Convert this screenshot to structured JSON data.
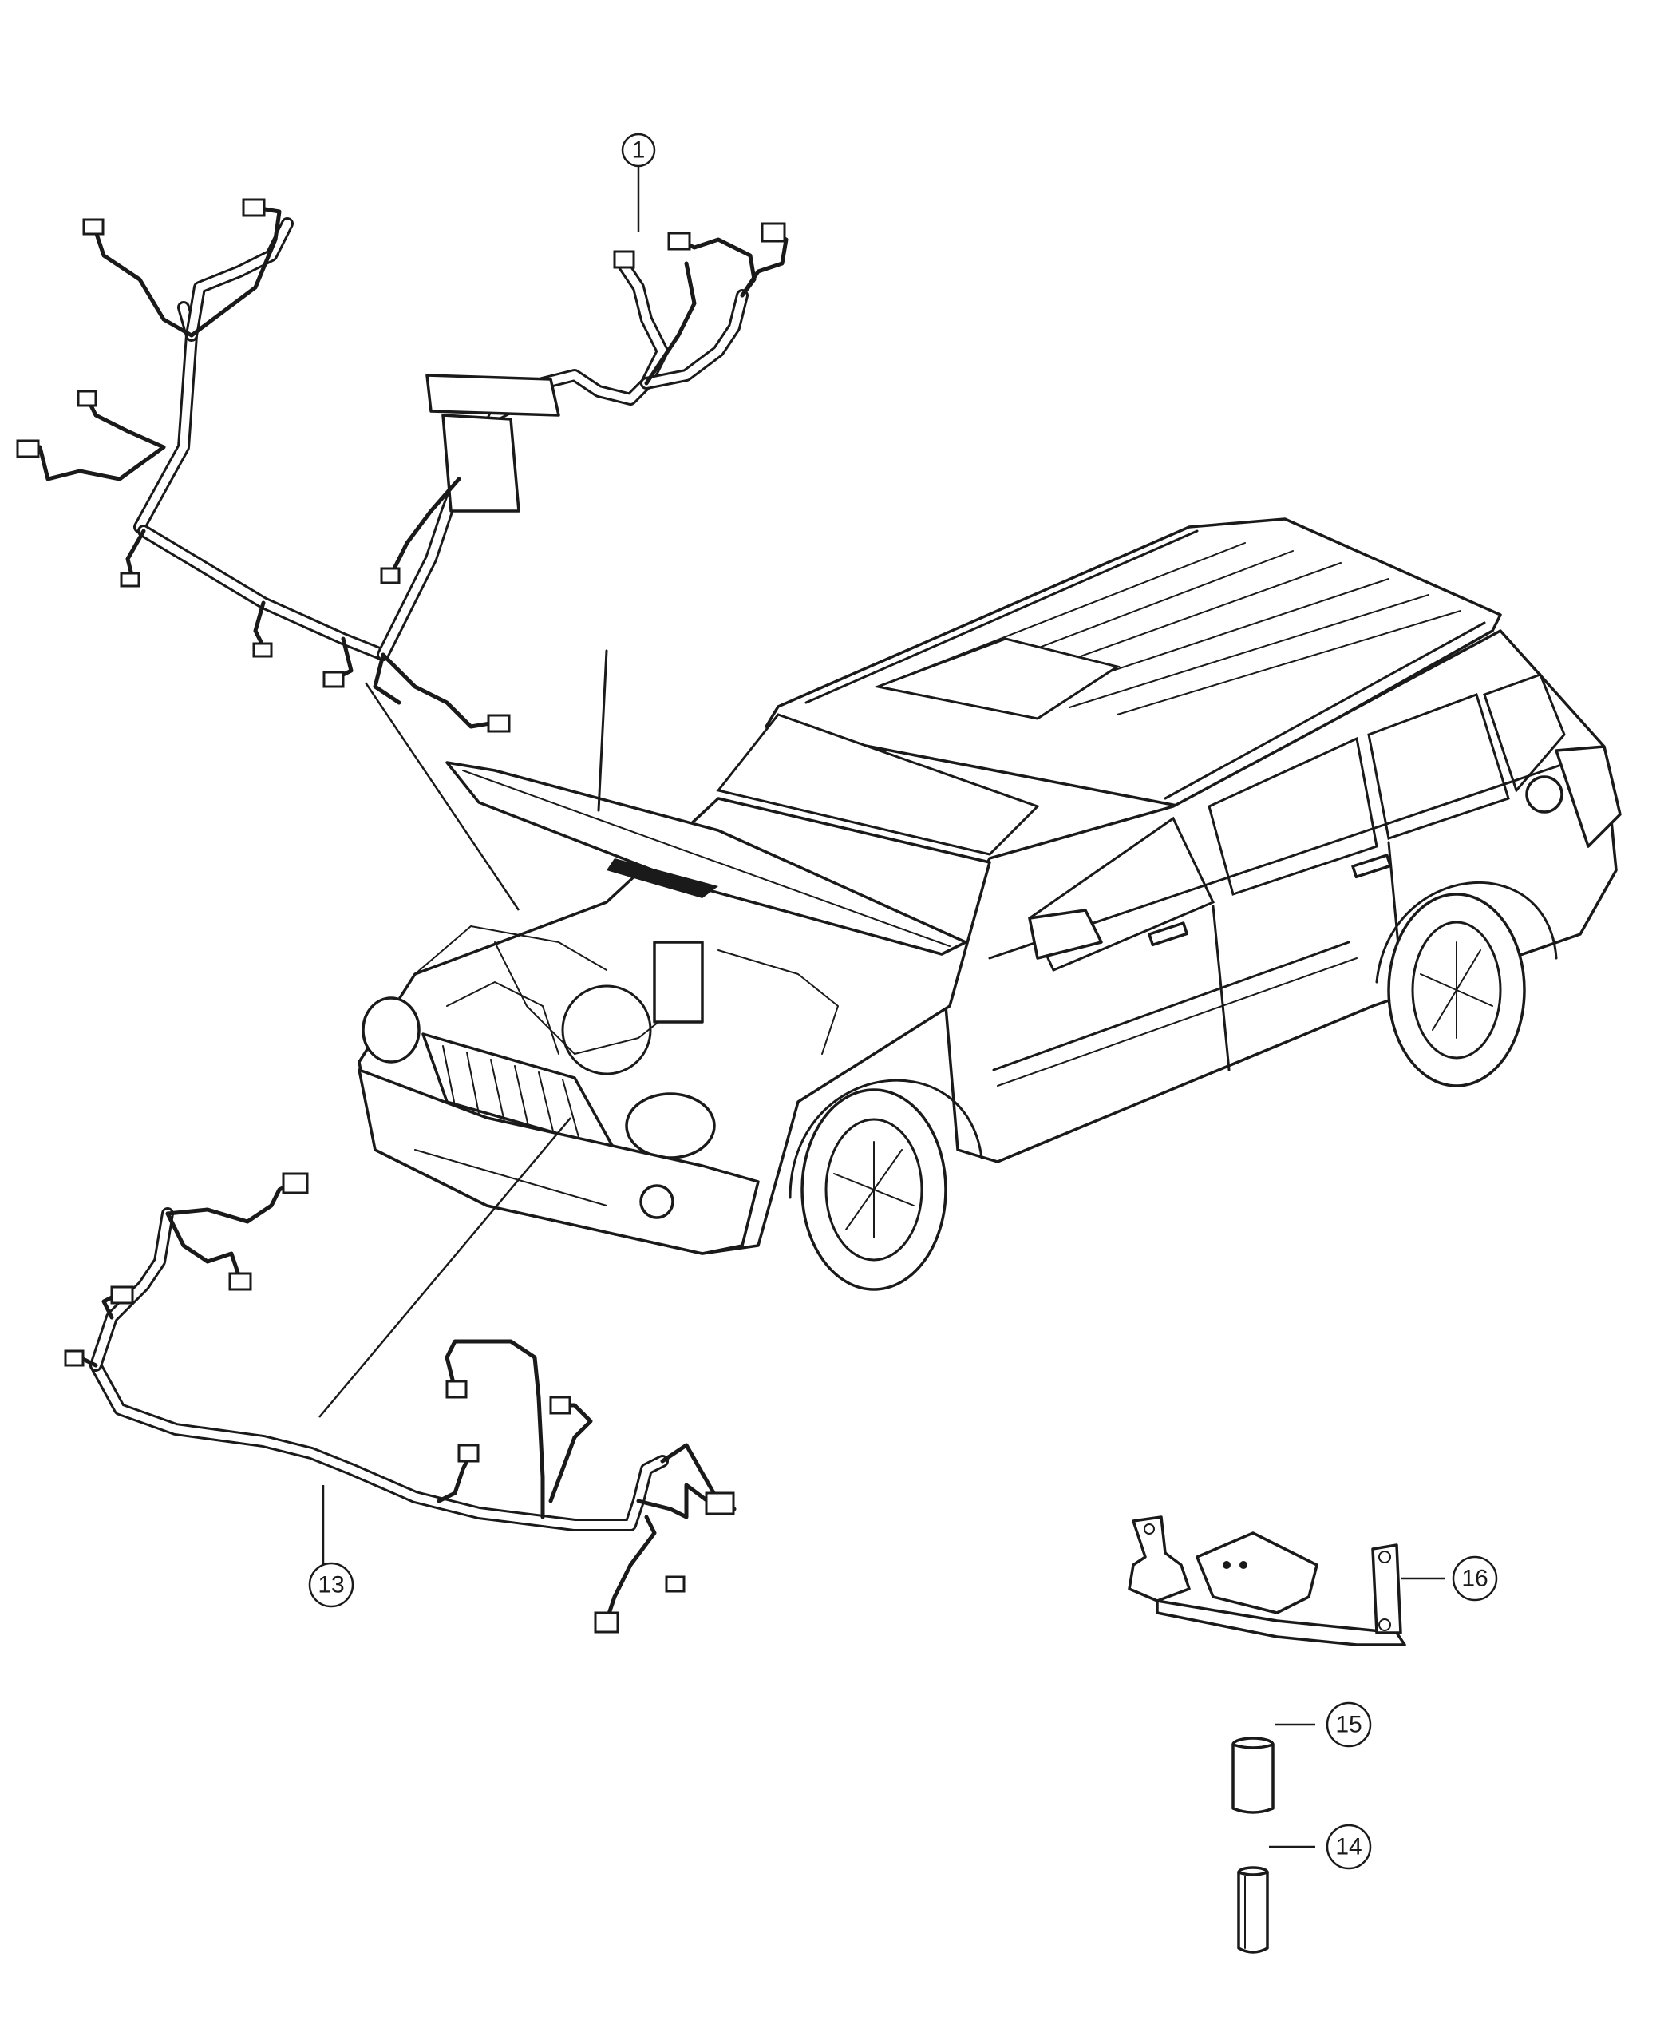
{
  "callouts": [
    {
      "id": "c1",
      "label": "1"
    },
    {
      "id": "c13",
      "label": "13"
    },
    {
      "id": "c14",
      "label": "14"
    },
    {
      "id": "c15",
      "label": "15"
    },
    {
      "id": "c16",
      "label": "16"
    }
  ],
  "colors": {
    "ink": "#1a1a1a",
    "paper": "#ffffff"
  }
}
